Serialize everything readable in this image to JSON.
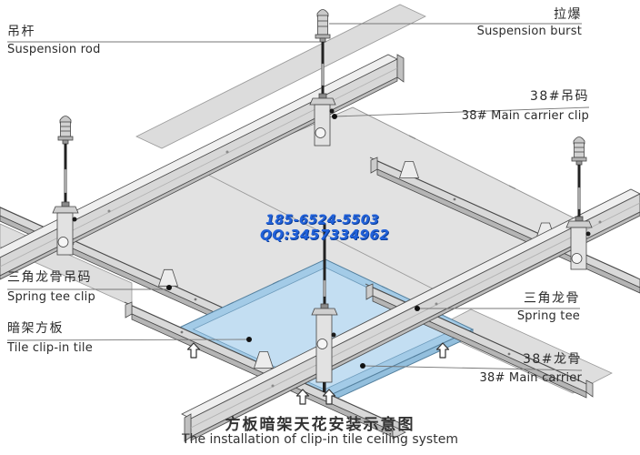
{
  "labels": {
    "suspension_rod": {
      "cn": "吊杆",
      "en": "Suspension rod"
    },
    "suspension_burst": {
      "cn": "拉爆",
      "en": "Suspension burst"
    },
    "main_carrier_clip": {
      "cn": "38#吊码",
      "en": "38# Main carrier clip"
    },
    "spring_tee_clip": {
      "cn": "三角龙骨吊码",
      "en": "Spring tee clip"
    },
    "tile_clip_in_tile": {
      "cn": "暗架方板",
      "en": "Tile clip-in tile"
    },
    "spring_tee": {
      "cn": "三角龙骨",
      "en": "Spring tee"
    },
    "main_carrier": {
      "cn": "38#龙骨",
      "en": "38# Main carrier"
    }
  },
  "watermark": {
    "line1": "185-6524-5503",
    "line2": "QQ:3457334962",
    "color": "#2262da"
  },
  "title": {
    "cn": "方板暗架天花安装示意图",
    "en": "The installation of clip-in tile ceiling system"
  },
  "colors": {
    "line": "#4a4a4a",
    "rail_front": "#d7d7d7",
    "rail_top": "#efefef",
    "tile_gray": "#e2e2e2",
    "tile_blue_outer": "#a3cbe7",
    "tile_blue_inner": "#c3def2",
    "rod_dark": "#222222",
    "leader": "#777777"
  }
}
